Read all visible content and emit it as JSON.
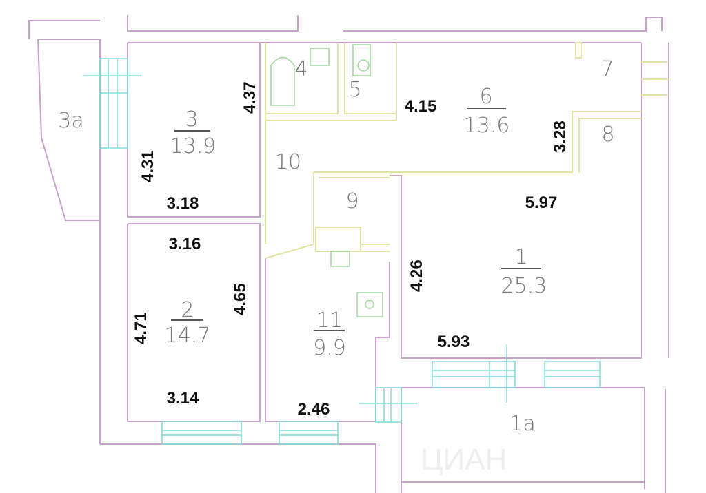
{
  "rooms": [
    {
      "id": "3",
      "number": "3",
      "area": "13.9"
    },
    {
      "id": "2",
      "number": "2",
      "area": "14.7"
    },
    {
      "id": "6",
      "number": "6",
      "area": "13.6"
    },
    {
      "id": "1",
      "number": "1",
      "area": "25.3"
    },
    {
      "id": "11",
      "number": "11",
      "area": "9.9"
    },
    {
      "id": "3a",
      "number": "3а"
    },
    {
      "id": "4",
      "number": "4"
    },
    {
      "id": "5",
      "number": "5"
    },
    {
      "id": "7",
      "number": "7"
    },
    {
      "id": "8",
      "number": "8"
    },
    {
      "id": "9",
      "number": "9"
    },
    {
      "id": "10",
      "number": "10"
    },
    {
      "id": "1a",
      "number": "1а"
    }
  ],
  "dimensions": {
    "r3_height": "4.31",
    "r3_width": "3.18",
    "corridor_height": "4.37",
    "r2_top": "3.16",
    "r2_left": "4.71",
    "r2_right": "4.65",
    "r2_bottom": "3.14",
    "r6_left": "4.15",
    "r6_right": "3.28",
    "r1_top": "5.97",
    "r1_left": "4.26",
    "r1_bottom": "5.93",
    "r11_bottom": "2.46"
  },
  "watermark": "ЦИАН"
}
